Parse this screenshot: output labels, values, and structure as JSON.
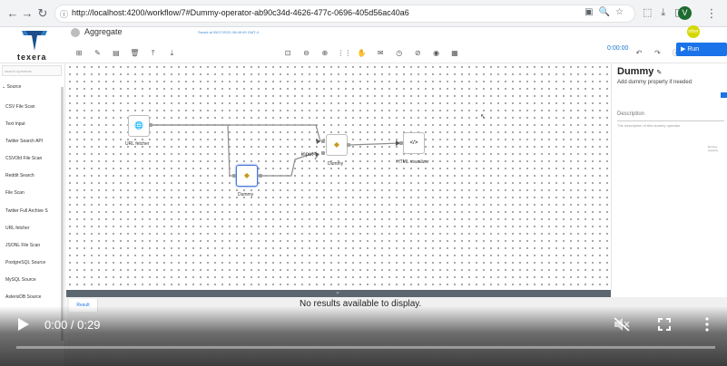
{
  "browser": {
    "url": "http://localhost:4200/workflow/7#Dummy-operator-ab90c34d-4626-477c-0696-405d56ac40a6",
    "profile_initial": "V"
  },
  "app": {
    "logo_text": "texera",
    "workflow_name": "Aggregate",
    "saved_text": "Saved at 05/17/2021 08:49:49 GMT-4",
    "user_badge": "other",
    "timer": "0:00:00",
    "run_label": "Run"
  },
  "left_panel": {
    "search_placeholder": "search operators",
    "section": "Source",
    "operators": [
      "CSV File Scan",
      "Text Input",
      "Twitter Search API",
      "CSVOld File Scan",
      "Reddit Search",
      "File Scan",
      "Twitter Full Archive S",
      "URL fetcher",
      "JSONL File Scan",
      "PostgreSQL Source",
      "MySQL Source",
      "AsterixDB Source"
    ]
  },
  "canvas": {
    "nodes": [
      {
        "label": "URL fetcher",
        "icon": "globe-icon"
      },
      {
        "label": "Dummy",
        "icon": "dummy-icon"
      },
      {
        "label": "Dummy",
        "icon": "dummy-icon"
      },
      {
        "label": "HTML visualizer",
        "icon": "html-file-icon"
      }
    ],
    "port_label": "input-"
  },
  "properties": {
    "title": "Dummy",
    "subtitle": "Add dummy property if needed",
    "description_label": "Description",
    "description_placeholder": "The description of this dummy operator",
    "small_note": "Dummy property"
  },
  "result": {
    "tab_label": "Result",
    "empty_message": "No results available to display."
  },
  "video": {
    "time": "0:00 / 0:29",
    "progress": 0.0
  }
}
